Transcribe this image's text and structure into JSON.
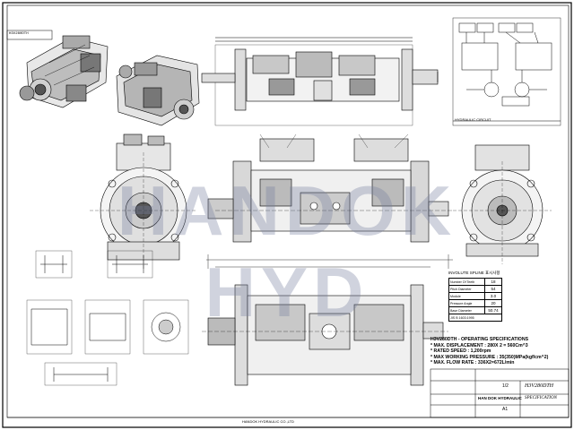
{
  "watermark": "HANDOK HYD",
  "spline": {
    "title": "INVOLUTE SPLINE 표시사항",
    "rows": [
      {
        "label": "Number Of Teeth",
        "value": "18"
      },
      {
        "label": "Pitch Diameter",
        "value": "54"
      },
      {
        "label": "Module",
        "value": "3.0"
      },
      {
        "label": "Pressure Angle",
        "value": "20"
      },
      {
        "label": "Base Diameter",
        "value": "50.74"
      },
      {
        "label": "JIS B 1603:1995",
        "value": ""
      }
    ]
  },
  "specs": {
    "title": "H3V280DTH - OPERATING SPECIFICATIONS",
    "lines": [
      "* MAX. DISPLACEMENT : 280X 2 = 560Cm^3",
      "* RATED SPEED : 1,200rpm",
      "* MAX WORKING PRESSURE : 35(350)MPa(kgf/cm^2)",
      "* MAX. FLOW RATE : 336X2=672L/min"
    ]
  },
  "title_block": {
    "model": "H3V280DTH",
    "doc_type": "SPECIFICATION",
    "company": "HAN DOK HYDRAULIC",
    "scale": "1/2",
    "sheet": "A1"
  },
  "footer": {
    "left": "HANDOK HYDRAULIC CO.,LTD"
  },
  "top_left_label": "H3V280DTH",
  "schematic_label": "HYDRAULIC CIRCUIT"
}
